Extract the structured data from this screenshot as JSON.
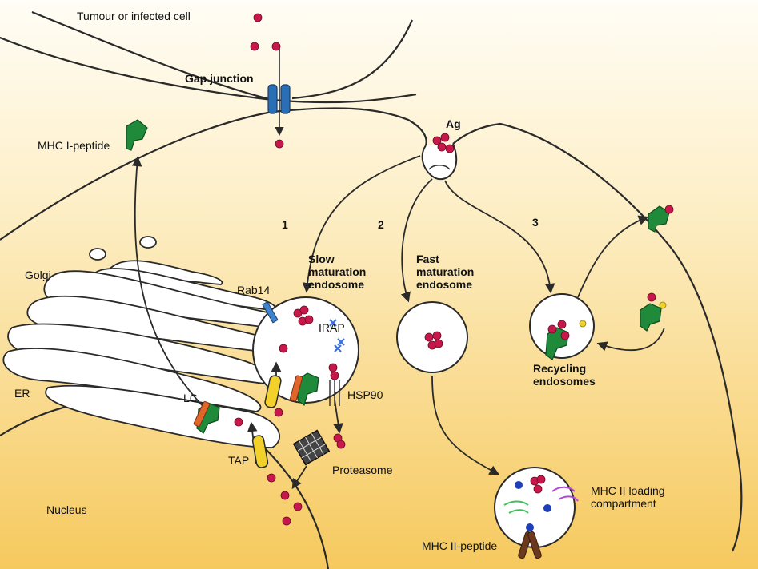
{
  "labels": {
    "outer_cell": "Tumour or infected cell",
    "gap_junction": "Gap junction",
    "ag": "Ag",
    "mhc1_peptide": "MHC I-peptide",
    "golgi": "Golgi",
    "er": "ER",
    "nucleus": "Nucleus",
    "lc": "LC",
    "tap": "TAP",
    "rab14": "Rab14",
    "irap": "IRAP",
    "hsp90": "HSP90",
    "proteasome": "Proteasome",
    "pathway1": "1",
    "pathway2": "2",
    "pathway3": "3",
    "slow_endosome": "Slow maturation endosome",
    "fast_endosome": "Fast maturation endosome",
    "recycling_endosomes": "Recycling endosomes",
    "mhc2_loading": "MHC II loading compartment",
    "mhc2_peptide": "MHC II-peptide"
  },
  "colors": {
    "background_top": "#FFFDF6",
    "background_bottom": "#F6C95E",
    "outline": "#2A2A2A",
    "antigen": "#C8174A",
    "mhc1": "#1F8A3A",
    "gap_junction": "#2A6FB5",
    "tap": "#F2D22A",
    "lc": "#E2662B",
    "rab14": "#3E84CF",
    "irap": "#3A6FD8",
    "mhc2": "#6B3A1E",
    "mhc2_chain_a": "#3EC15A",
    "mhc2_chain_b": "#B04AD6",
    "blue_dot": "#1F3FB8"
  }
}
